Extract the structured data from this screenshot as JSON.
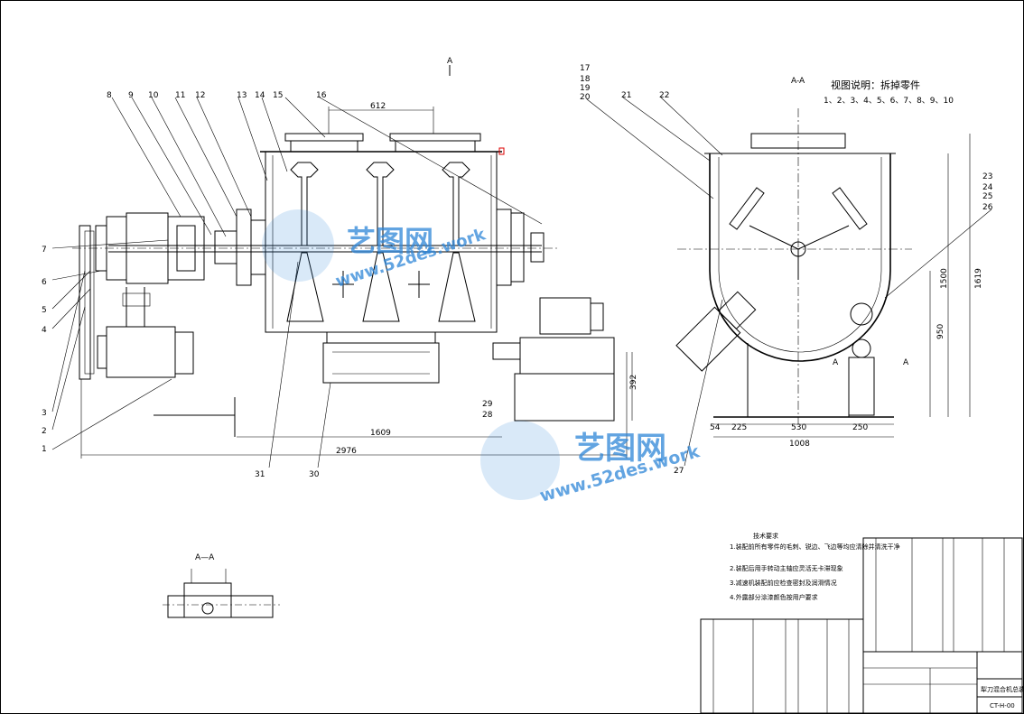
{
  "drawing": {
    "part_numbers_left": [
      "8",
      "9",
      "10",
      "11",
      "12",
      "13",
      "14",
      "15",
      "16"
    ],
    "part_numbers_side": [
      "7",
      "6",
      "5",
      "4",
      "3",
      "2",
      "1"
    ],
    "part_numbers_right": [
      "17",
      "18",
      "19",
      "20",
      "21",
      "22"
    ],
    "part_numbers_right_side": [
      "23",
      "24",
      "25",
      "26"
    ],
    "part_numbers_bottom": [
      "31",
      "30",
      "27"
    ],
    "part_numbers_mid": [
      "29",
      "28"
    ],
    "section_top_label": "A",
    "section_aa_label": "A-A",
    "section_aa_small_label": "A—A",
    "view_note": "视图说明：拆掉零件",
    "view_note_parts": "1、2、3、4、5、6、7、8、9、10",
    "section_marks": [
      "A",
      "A"
    ],
    "dimensions": {
      "d612": "612",
      "d392": "392",
      "d1609": "1609",
      "d2976": "2976",
      "d1500": "1500",
      "d1619": "1619",
      "d950": "950",
      "d54": "54",
      "d225": "225",
      "d530": "530",
      "d250": "250",
      "d1008": "1008"
    },
    "tech_req_title": "技术要求",
    "tech_req_lines": [
      "1.装配前所有零件的毛刺、锐边、飞边等均应清除并清洗干净",
      "2.装配后用手转动主轴应灵活无卡滞现象",
      "3.减速机装配前应检查密封及润滑情况",
      "4.外露部分涂漆颜色按用户要求"
    ],
    "title_block_name": "犁刀混合机总装图",
    "title_block_code": "CT-H-00"
  },
  "watermark": {
    "brand": "艺图网",
    "url": "www.52des.work",
    "color": "#2e86d8"
  }
}
